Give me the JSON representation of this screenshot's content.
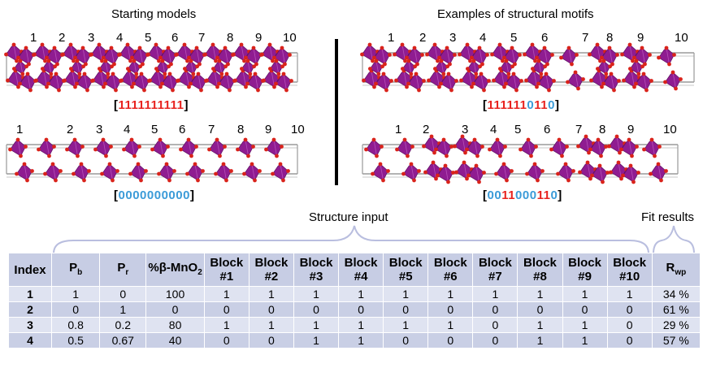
{
  "panels": {
    "starting_models": "Starting models",
    "structural_motifs": "Examples of structural motifs"
  },
  "block_numbers": [
    "1",
    "2",
    "3",
    "4",
    "5",
    "6",
    "7",
    "8",
    "9",
    "10"
  ],
  "codes": {
    "a": [
      "1",
      "1",
      "1",
      "1",
      "1",
      "1",
      "1",
      "1",
      "1",
      "1"
    ],
    "b": [
      "0",
      "0",
      "0",
      "0",
      "0",
      "0",
      "0",
      "0",
      "0",
      "0"
    ],
    "c": [
      "1",
      "1",
      "1",
      "1",
      "1",
      "1",
      "0",
      "1",
      "1",
      "0"
    ],
    "d": [
      "0",
      "0",
      "1",
      "1",
      "0",
      "0",
      "0",
      "1",
      "1",
      "0"
    ],
    "open_bracket": "[",
    "close_bracket": "]"
  },
  "colors": {
    "one": "#e8231f",
    "zero": "#3b9bd8",
    "octahedron": "#8f1c91",
    "oxygen": "#d9231b",
    "header_bg": "#c7cde4",
    "row_light": "#dfe3f1",
    "row_dark": "#c9cfe5"
  },
  "labels": {
    "structure_input": "Structure input",
    "fit_results": "Fit results"
  },
  "table": {
    "headers": [
      {
        "main": "Index",
        "sub": ""
      },
      {
        "main": "P",
        "sub": "b"
      },
      {
        "main": "P",
        "sub": "r"
      },
      {
        "main": "%β-MnO",
        "sub": "2"
      },
      {
        "main": "Block #1",
        "sub": ""
      },
      {
        "main": "Block #2",
        "sub": ""
      },
      {
        "main": "Block #3",
        "sub": ""
      },
      {
        "main": "Block #4",
        "sub": ""
      },
      {
        "main": "Block #5",
        "sub": ""
      },
      {
        "main": "Block #6",
        "sub": ""
      },
      {
        "main": "Block #7",
        "sub": ""
      },
      {
        "main": "Block #8",
        "sub": ""
      },
      {
        "main": "Block #9",
        "sub": ""
      },
      {
        "main": "Block #10",
        "sub": ""
      },
      {
        "main": "R",
        "sub": "wp"
      }
    ],
    "rows": [
      [
        "1",
        "1",
        "0",
        "100",
        "1",
        "1",
        "1",
        "1",
        "1",
        "1",
        "1",
        "1",
        "1",
        "1",
        "34 %"
      ],
      [
        "2",
        "0",
        "1",
        "0",
        "0",
        "0",
        "0",
        "0",
        "0",
        "0",
        "0",
        "0",
        "0",
        "0",
        "61 %"
      ],
      [
        "3",
        "0.8",
        "0.2",
        "80",
        "1",
        "1",
        "1",
        "1",
        "1",
        "1",
        "0",
        "1",
        "1",
        "0",
        "29 %"
      ],
      [
        "4",
        "0.5",
        "0.67",
        "40",
        "0",
        "0",
        "1",
        "1",
        "0",
        "0",
        "0",
        "1",
        "1",
        "0",
        "57 %"
      ]
    ]
  }
}
